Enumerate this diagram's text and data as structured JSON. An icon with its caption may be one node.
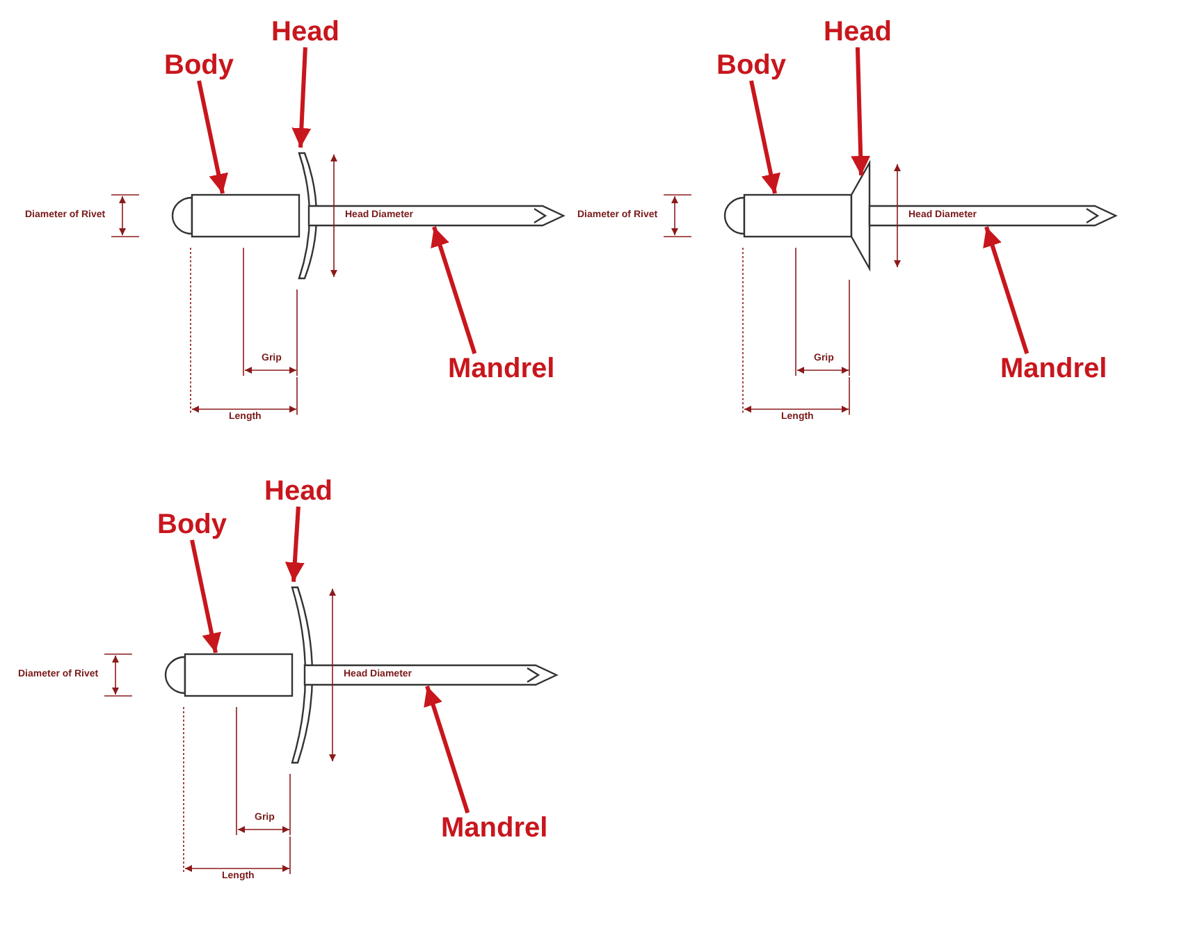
{
  "diagram": {
    "nodes": [
      {
        "text": [
          "Body"
        ]
      },
      {
        "text": [
          "Head"
        ]
      },
      {
        "text": [
          "Mandrel"
        ]
      },
      {
        "text": [],
        "shape": "bar"
      },
      {
        "text": [],
        "shape": "box"
      },
      {
        "text": [],
        "shape": "bar"
      },
      {
        "text": [
          "Body"
        ]
      },
      {
        "text": [
          "Head"
        ]
      },
      {
        "text": [
          "Mandrel"
        ]
      },
      {
        "text": [],
        "shape": "bar"
      },
      {
        "text": [],
        "shape": "box"
      },
      {
        "text": [],
        "shape": "bar"
      },
      {
        "text": [
          "Body"
        ]
      },
      {
        "text": [
          "Head"
        ]
      },
      {
        "text": [
          "Mandrel"
        ]
      },
      {
        "text": [],
        "shape": "bar"
      },
      {
        "text": [],
        "shape": "box"
      },
      {
        "text": [],
        "shape": "bar"
      }
    ],
    "edges": [
      {
        "from": 0,
        "to": 3,
        "arrow": "to"
      },
      {
        "from": 1,
        "to": 4,
        "arrow": "to"
      },
      {
        "from": 2,
        "to": 5,
        "arrow": "to"
      },
      {
        "from": 6,
        "to": 9,
        "arrow": "to"
      },
      {
        "from": 7,
        "to": 10,
        "arrow": "to"
      },
      {
        "from": 8,
        "to": 11,
        "arrow": "to"
      },
      {
        "from": 12,
        "to": 15,
        "arrow": "to"
      },
      {
        "from": 13,
        "to": 16,
        "arrow": "to"
      },
      {
        "from": 14,
        "to": 17,
        "arrow": "to"
      }
    ],
    "labels": [
      "Diameter of Rivet",
      "Head Diameter",
      "Grip",
      "Length",
      "Diameter of Rivet",
      "Head Diameter",
      "Grip",
      "Length",
      "Diameter of Rivet",
      "Head Diameter",
      "Grip",
      "Length"
    ]
  }
}
